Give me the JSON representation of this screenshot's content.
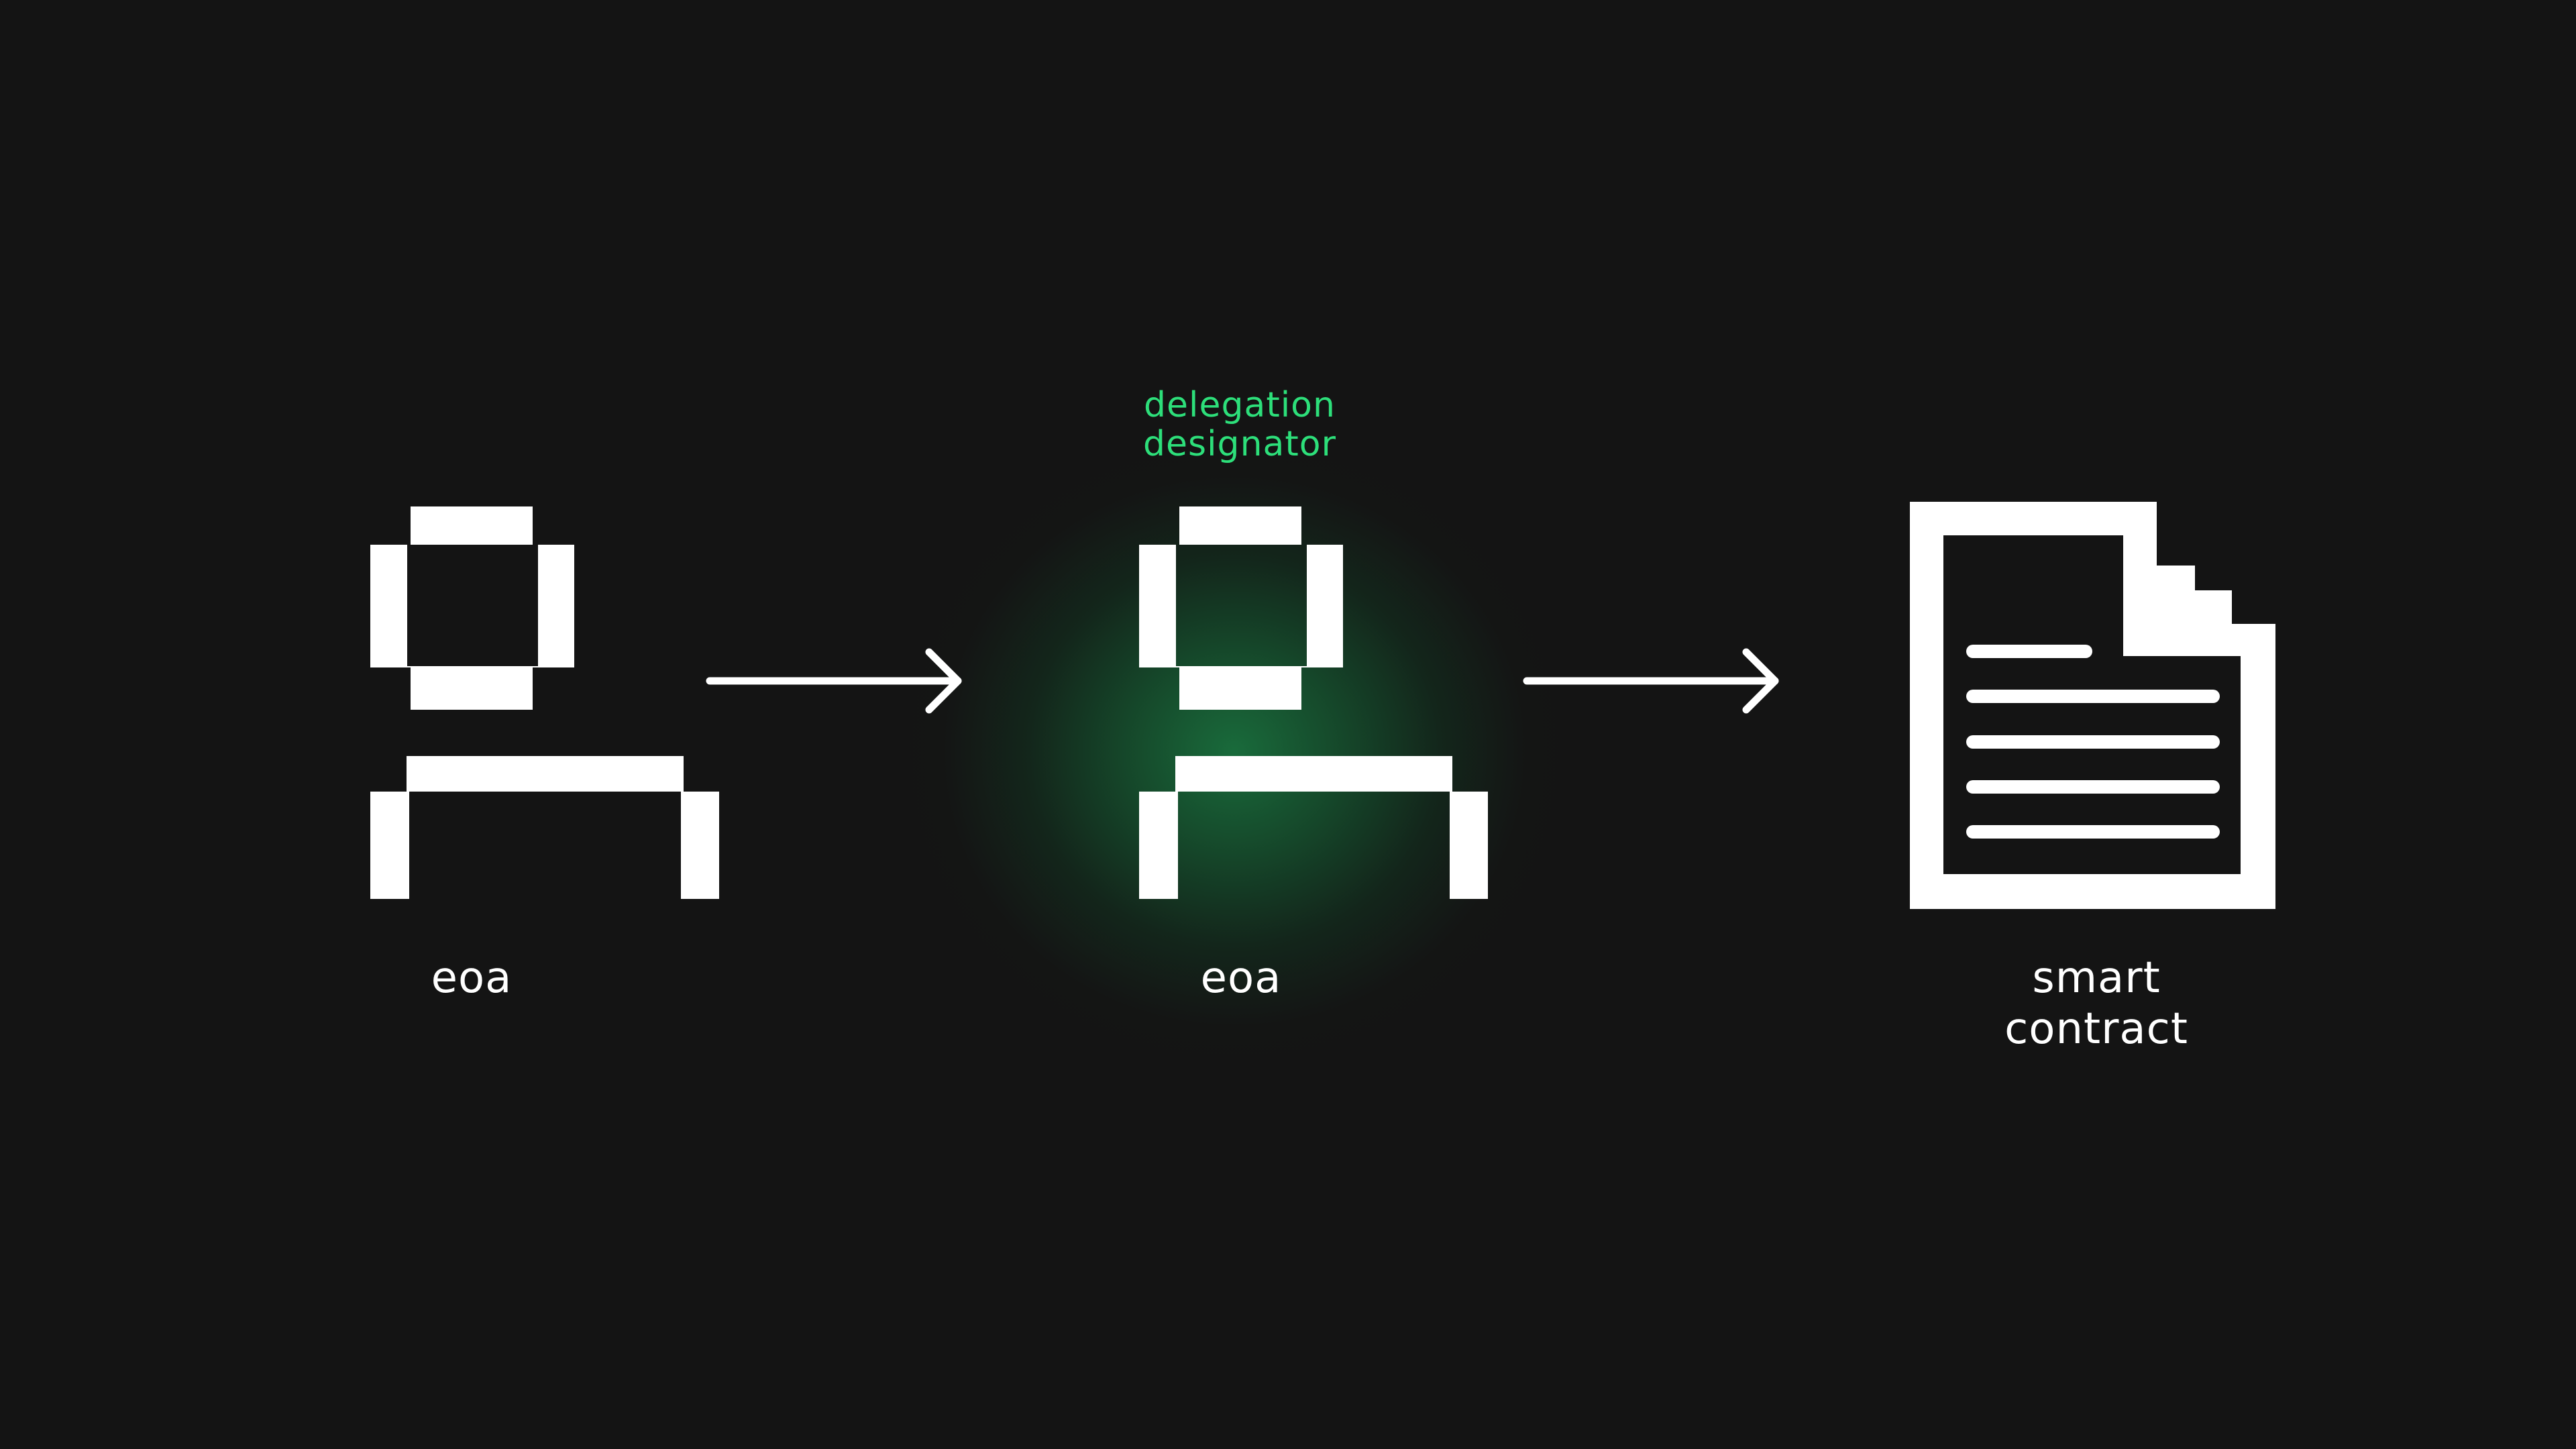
{
  "colors": {
    "background": "#141414",
    "foreground": "#ffffff",
    "accent": "#2ddf7a",
    "glow": "#1a7a42"
  },
  "nodes": [
    {
      "label": "eoa",
      "icon": "person-icon"
    },
    {
      "label": "eoa",
      "icon": "person-icon",
      "annotation": [
        "delegation",
        "designator"
      ]
    },
    {
      "label": [
        "smart",
        "contract"
      ],
      "icon": "document-icon"
    }
  ],
  "connectors": [
    {
      "from": "eoa",
      "to": "eoa",
      "icon": "arrow-right-icon"
    },
    {
      "from": "eoa",
      "to": "smart contract",
      "icon": "arrow-right-icon"
    }
  ]
}
